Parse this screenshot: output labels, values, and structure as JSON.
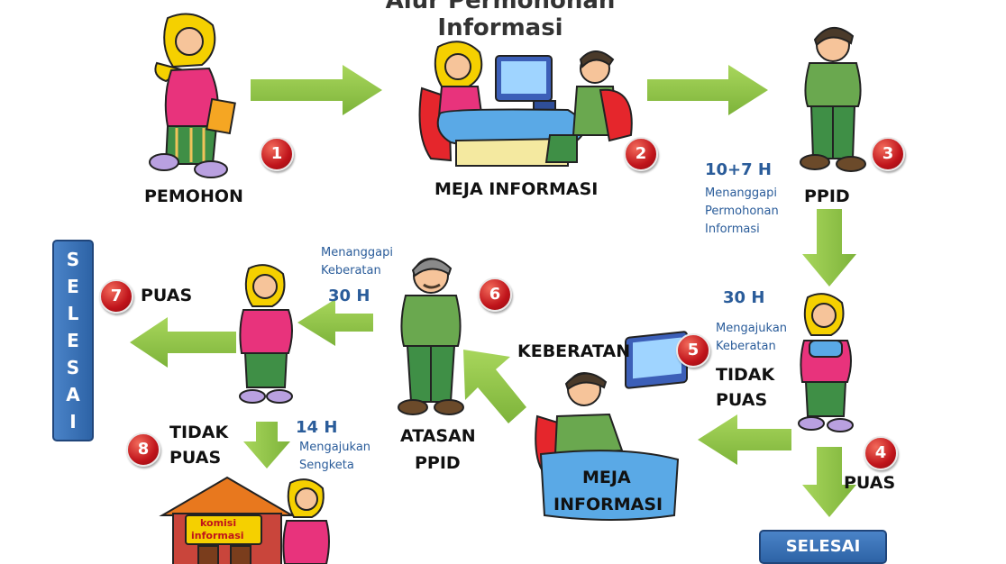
{
  "title": "Alur Permohonan Informasi",
  "nodes": {
    "pemohon": "PEMOHON",
    "meja_informasi_top": "MEJA INFORMASI",
    "ppid": "PPID",
    "keberatan": "KEBERATAN",
    "atasan_ppid_line1": "ATASAN",
    "atasan_ppid_line2": "PPID",
    "meja_informasi_bottom_line1": "MEJA",
    "meja_informasi_bottom_line2": "INFORMASI",
    "komisi_line1": "komisi",
    "komisi_line2": "informasi"
  },
  "badges": [
    "1",
    "2",
    "3",
    "4",
    "5",
    "6",
    "7",
    "8"
  ],
  "durations": {
    "step3": "10+7 H",
    "step5": "30 H",
    "step6": "30 H",
    "step8": "14 H"
  },
  "notes": {
    "step3_line1": "Menanggapi",
    "step3_line2": "Permohonan",
    "step3_line3": "Informasi",
    "step5_line1": "Mengajukan",
    "step5_line2": "Keberatan",
    "step6_line1": "Menanggapi",
    "step6_line2": "Keberatan",
    "step8_line1": "Mengajukan",
    "step8_line2": "Sengketa"
  },
  "outcomes": {
    "puas_4": "PUAS",
    "tidak_puas_5_line1": "TIDAK",
    "tidak_puas_5_line2": "PUAS",
    "puas_7": "PUAS",
    "tidak_puas_8_line1": "TIDAK",
    "tidak_puas_8_line2": "PUAS"
  },
  "selesai_vertical": [
    "S",
    "E",
    "L",
    "E",
    "S",
    "A",
    "I"
  ],
  "selesai_box": "SELESAI",
  "colors": {
    "arrow": "#8cc63f",
    "badge": "#c0141b",
    "selesai_box": "#3b73b9",
    "note_text": "#2a5c9a",
    "hijab": "#f5d000",
    "shirt_pink": "#e8337c",
    "uniform_green": "#6aa84f"
  }
}
